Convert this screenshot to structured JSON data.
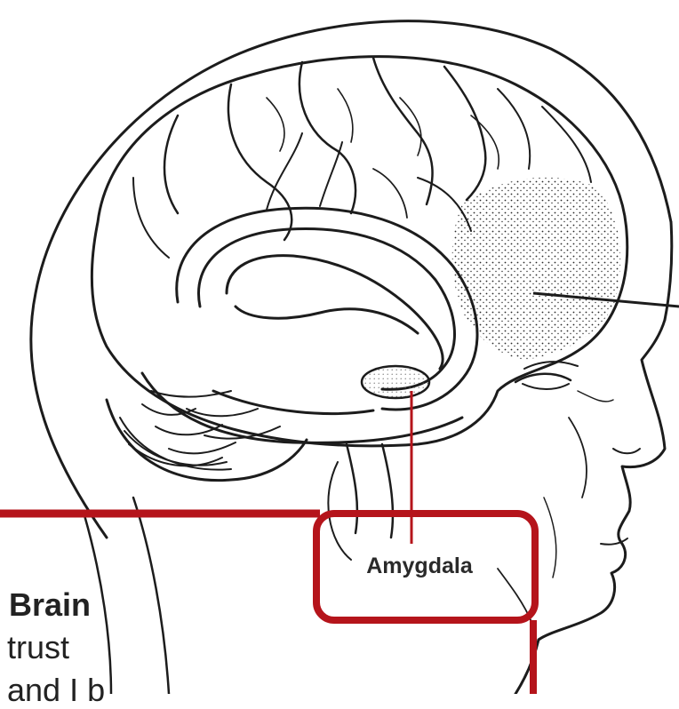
{
  "colors": {
    "accent": "#b5141b",
    "line_art": "#1c1c1c",
    "background": "#ffffff"
  },
  "callout": {
    "label": "Amygdala"
  },
  "text_panel": {
    "heading": "e Brain",
    "line_1": "trust",
    "line_2": "and I b"
  }
}
